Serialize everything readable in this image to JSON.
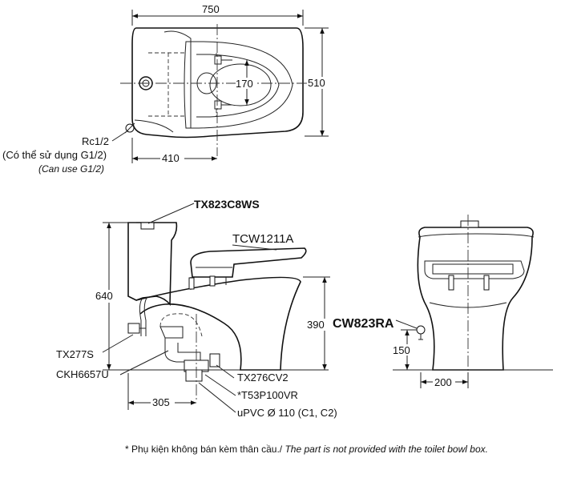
{
  "top_view": {
    "dim_width": "750",
    "dim_depth": "510",
    "dim_seat_holes": "170",
    "dim_drain_offset": "410",
    "inlet_label": "Rc1/2",
    "inlet_note_vi": "(Có thể sử dụng G1/2)",
    "inlet_note_en": "(Can use G1/2)"
  },
  "side_view": {
    "tank_fitting": "TX823C8WS",
    "seat": "TCW1211A",
    "dim_height": "640",
    "dim_seat_height": "390",
    "valve": "TX277S",
    "drain_kit": "CKH6657U",
    "flange": "TX276CV2",
    "trap": "*T53P100VR",
    "pipe": "uPVC Ø 110 (C1, C2)",
    "dim_drain_center": "305"
  },
  "front_view": {
    "model": "CW823RA",
    "dim_inlet_height": "150",
    "dim_inlet_offset": "200"
  },
  "footnote": {
    "vi": "* Phụ kiện không bán kèm thân cầu./",
    "en": " The part is not provided with the toilet bowl box."
  }
}
